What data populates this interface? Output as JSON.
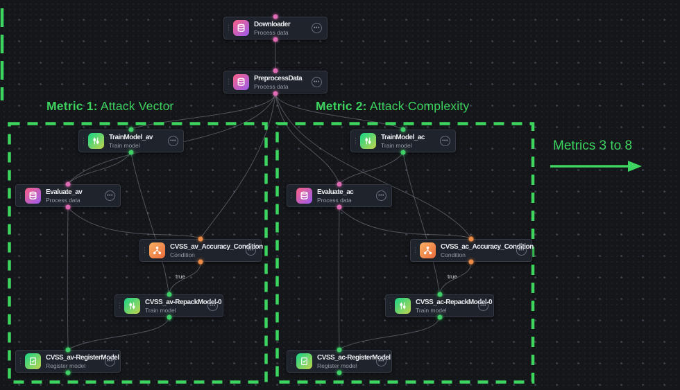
{
  "colors": {
    "accent_green": "#3dd45f",
    "edge_line": "#98a0ab",
    "port_process_pink": "#df6ab4",
    "port_train_green": "#3ecf66",
    "port_condition_orange": "#ef8a44",
    "node_background": "#1f232b",
    "canvas_background": "#14161a"
  },
  "annotations": {
    "group1": {
      "bold": "Metric 1:",
      "rest": " Attack Vector"
    },
    "group2": {
      "bold": "Metric 2:",
      "rest": " Attack Complexity"
    },
    "side_label": "Metrics 3 to 8",
    "true_av": "true",
    "true_ac": "true"
  },
  "nodes": [
    {
      "id": "downloader",
      "title": "Downloader",
      "subtitle": "Process data",
      "type": "process"
    },
    {
      "id": "preprocess",
      "title": "PreprocessData",
      "subtitle": "Process data",
      "type": "process"
    },
    {
      "id": "train-av",
      "title": "TrainModel_av",
      "subtitle": "Train model",
      "type": "train"
    },
    {
      "id": "train-ac",
      "title": "TrainModel_ac",
      "subtitle": "Train model",
      "type": "train"
    },
    {
      "id": "eval-av",
      "title": "Evaluate_av",
      "subtitle": "Process data",
      "type": "process"
    },
    {
      "id": "eval-ac",
      "title": "Evaluate_ac",
      "subtitle": "Process data",
      "type": "process"
    },
    {
      "id": "cond-av",
      "title": "CVSS_av_Accuracy_Condition",
      "subtitle": "Condition",
      "type": "condition"
    },
    {
      "id": "cond-ac",
      "title": "CVSS_ac_Accuracy_Condition",
      "subtitle": "Condition",
      "type": "condition"
    },
    {
      "id": "repack-av",
      "title": "CVSS_av-RepackModel-0",
      "subtitle": "Train model",
      "type": "train"
    },
    {
      "id": "repack-ac",
      "title": "CVSS_ac-RepackModel-0",
      "subtitle": "Train model",
      "type": "train"
    },
    {
      "id": "register-av",
      "title": "CVSS_av-RegisterModel",
      "subtitle": "Register model",
      "type": "register"
    },
    {
      "id": "register-ac",
      "title": "CVSS_ac-RegisterModel",
      "subtitle": "Register model",
      "type": "register"
    }
  ]
}
